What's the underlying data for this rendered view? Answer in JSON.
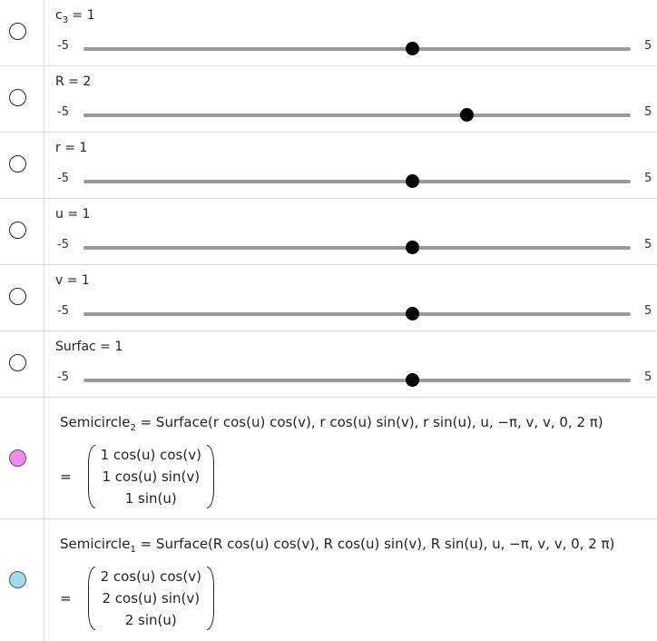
{
  "sliders": [
    {
      "label_main": "c",
      "label_sub": "3",
      "label_rest": " = 1",
      "min": "-5",
      "max": "5",
      "value": 1,
      "range": [
        -5,
        5
      ]
    },
    {
      "label_main": "R = 2",
      "label_sub": "",
      "label_rest": "",
      "min": "-5",
      "max": "5",
      "value": 2,
      "range": [
        -5,
        5
      ]
    },
    {
      "label_main": "r = 1",
      "label_sub": "",
      "label_rest": "",
      "min": "-5",
      "max": "5",
      "value": 1,
      "range": [
        -5,
        5
      ]
    },
    {
      "label_main": "u = 1",
      "label_sub": "",
      "label_rest": "",
      "min": "-5",
      "max": "5",
      "value": 1,
      "range": [
        -5,
        5
      ]
    },
    {
      "label_main": "v = 1",
      "label_sub": "",
      "label_rest": "",
      "min": "-5",
      "max": "5",
      "value": 1,
      "range": [
        -5,
        5
      ]
    },
    {
      "label_main": "Surfac = 1",
      "label_sub": "",
      "label_rest": "",
      "min": "-5",
      "max": "5",
      "value": 1,
      "range": [
        -5,
        5
      ]
    }
  ],
  "surfaces": [
    {
      "name": "Semicircle",
      "sub": "2",
      "definition": " = Surface(r cos(u) cos(v), r cos(u) sin(v), r sin(u), u, −π, v, v, 0, 2 π)",
      "eq": "=",
      "rows": [
        "1 cos(u) cos(v)",
        "1 cos(u) sin(v)",
        "1 sin(u)"
      ],
      "color": "#f08cf0"
    },
    {
      "name": "Semicircle",
      "sub": "1",
      "definition": " = Surface(R cos(u) cos(v), R cos(u) sin(v), R sin(u), u, −π, v, v, 0, 2 π)",
      "eq": "=",
      "rows": [
        "2 cos(u) cos(v)",
        "2 cos(u) sin(v)",
        "2 sin(u)"
      ],
      "color": "#a0dcec"
    }
  ]
}
